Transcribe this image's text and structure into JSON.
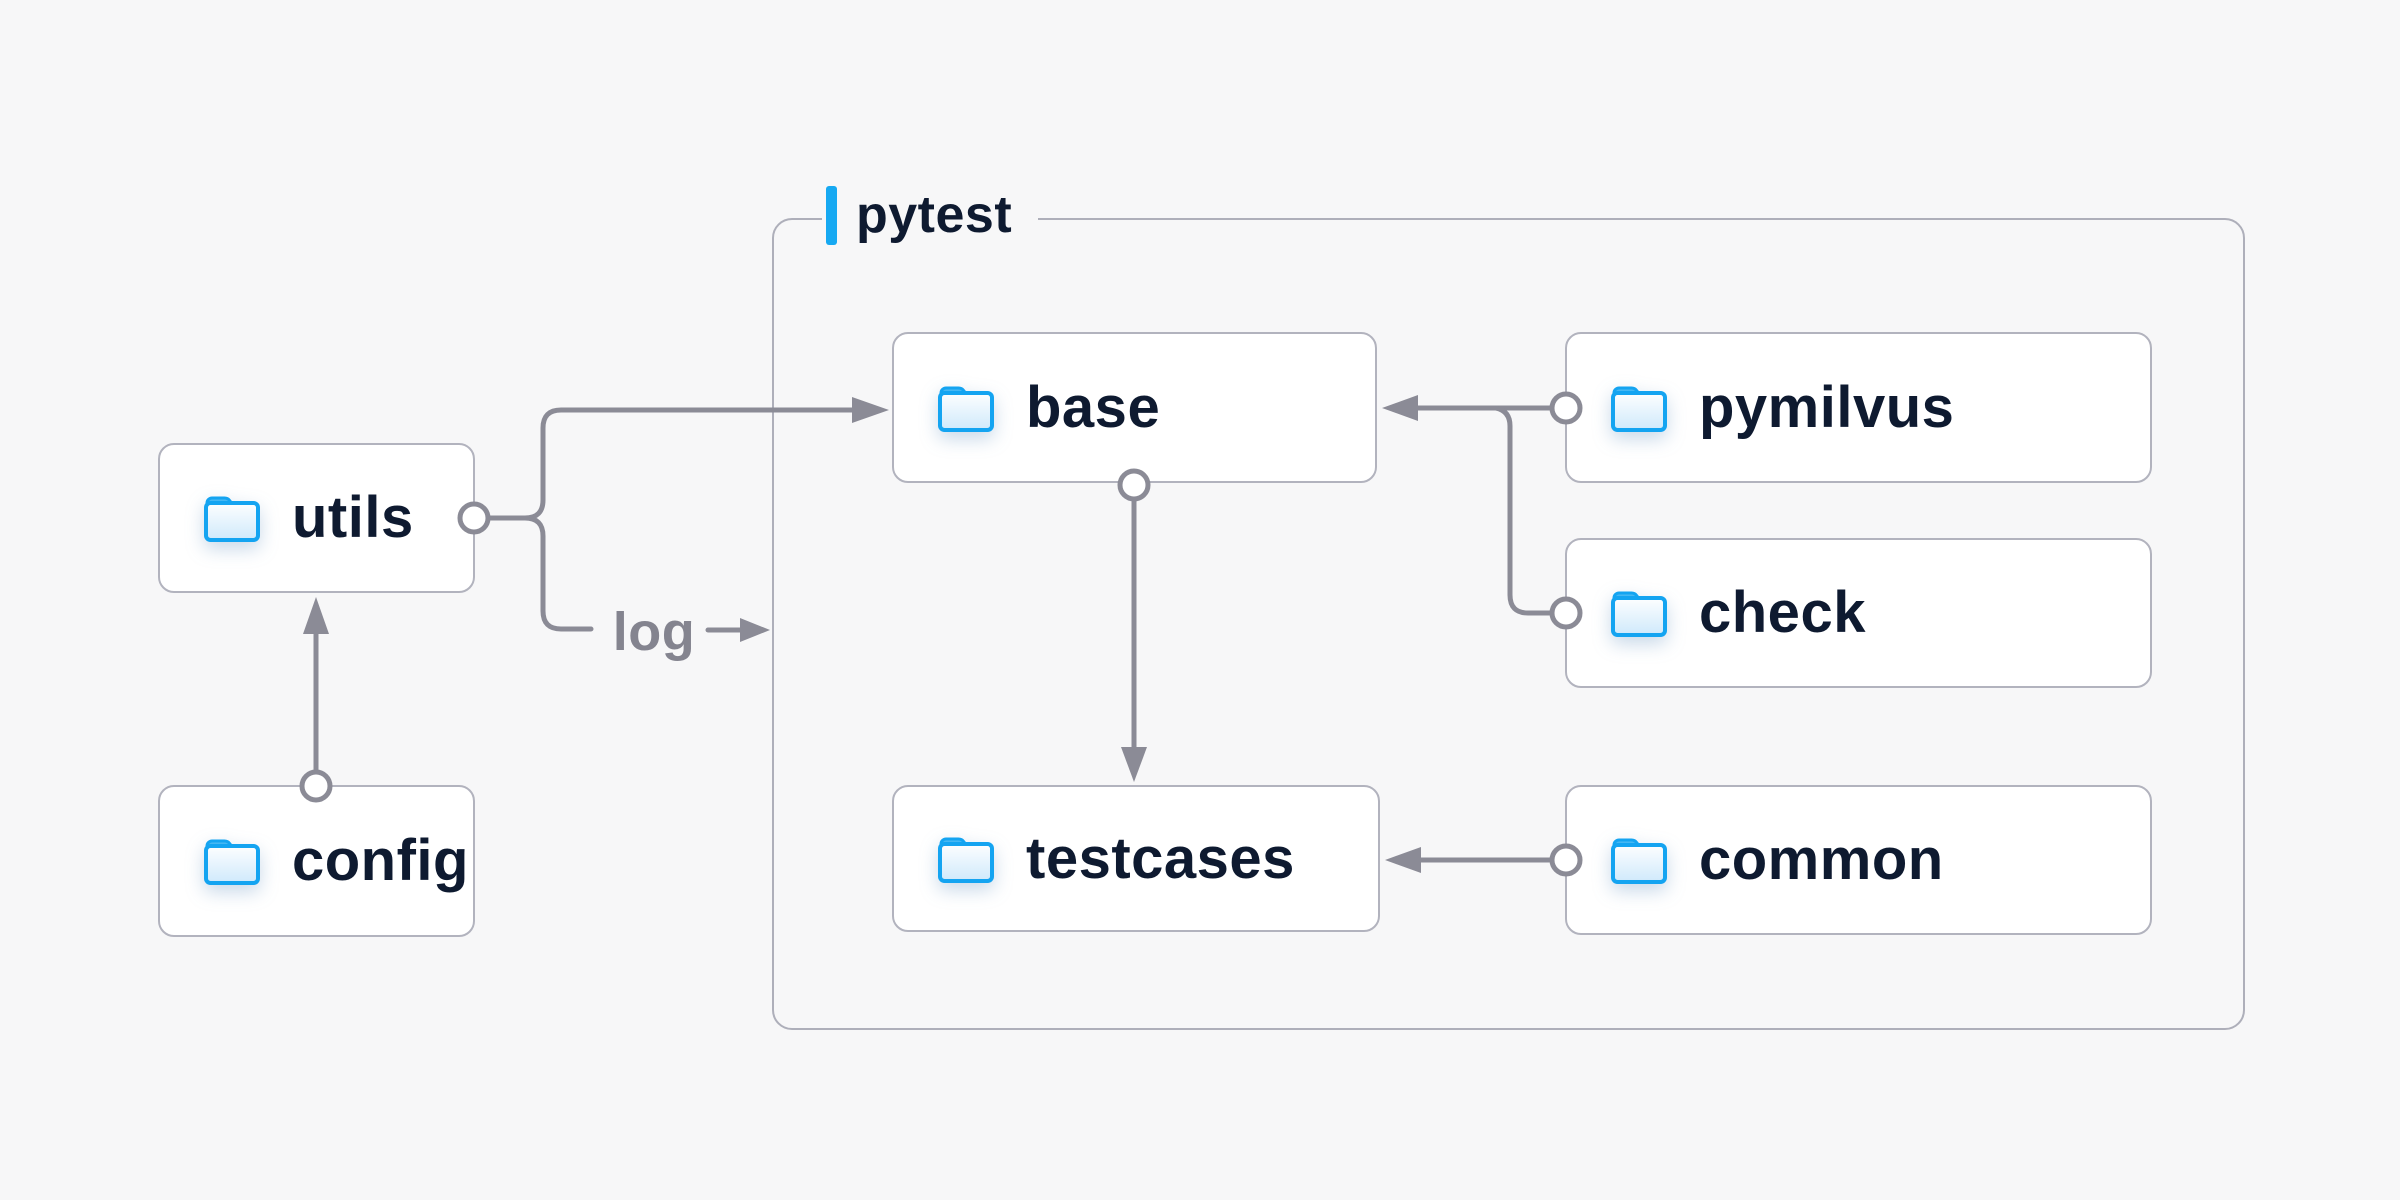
{
  "container": {
    "label": "pytest"
  },
  "nodes": [
    {
      "id": "utils",
      "label": "utils"
    },
    {
      "id": "config",
      "label": "config"
    },
    {
      "id": "base",
      "label": "base"
    },
    {
      "id": "testcases",
      "label": "testcases"
    },
    {
      "id": "pymilvus",
      "label": "pymilvus"
    },
    {
      "id": "check",
      "label": "check"
    },
    {
      "id": "common",
      "label": "common"
    }
  ],
  "edges": [
    {
      "from": "config",
      "to": "utils",
      "label": ""
    },
    {
      "from": "utils",
      "to": "base",
      "label": ""
    },
    {
      "from": "utils",
      "to": "pytest",
      "label": "log"
    },
    {
      "from": "base",
      "to": "testcases",
      "label": ""
    },
    {
      "from": "pymilvus",
      "to": "base",
      "label": ""
    },
    {
      "from": "check",
      "to": "base",
      "label": ""
    },
    {
      "from": "common",
      "to": "testcases",
      "label": ""
    }
  ],
  "icons": [
    {
      "name": "folder-icon",
      "meaning": "directory"
    }
  ],
  "colors": {
    "bg": "#f7f7f8",
    "node-bg": "#ffffff",
    "node-border": "#b2b3be",
    "group-border": "#aeafba",
    "line": "#8b8b96",
    "text": "#0e1a30",
    "muted": "#84848f",
    "accent": "#16a9f2",
    "folder-stroke": "#14a4f1"
  }
}
